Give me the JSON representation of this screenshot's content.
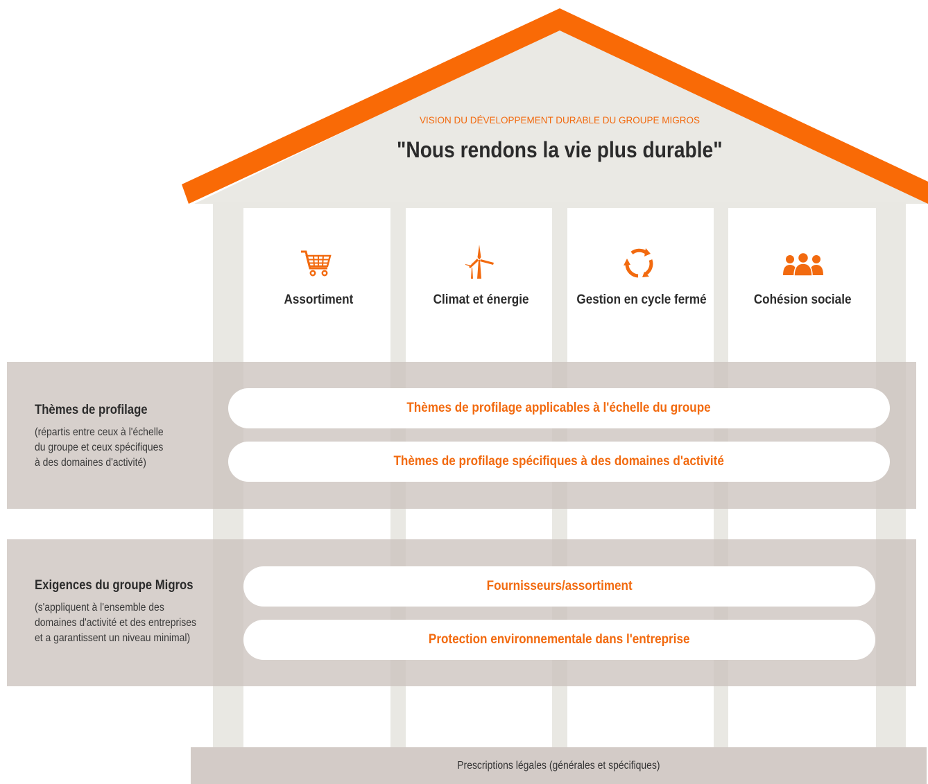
{
  "colors": {
    "accent": "#f26a0f",
    "roof_fill": "#eae9e4",
    "pillar": "#e9e8e3",
    "band": "#cdc4bf",
    "text_dark": "#2b2b2b"
  },
  "vision": {
    "label": "VISION DU DÉVELOPPEMENT DURABLE DU GROUPE MIGROS",
    "title": "\"Nous rendons la vie plus durable\""
  },
  "pillars": [
    {
      "label": "Assortiment",
      "icon": "shopping-cart-icon"
    },
    {
      "label": "Climat et énergie",
      "icon": "wind-turbine-icon"
    },
    {
      "label": "Gestion en cycle fermé",
      "icon": "recycle-cycle-icon"
    },
    {
      "label": "Cohésion sociale",
      "icon": "people-group-icon"
    }
  ],
  "profiling": {
    "title": "Thèmes de profilage",
    "description": "(répartis entre ceux à l'échelle\ndu groupe et ceux spécifiques\nà des domaines d'activité)",
    "items": [
      "Thèmes de profilage applicables à l'échelle du groupe",
      "Thèmes de profilage spécifiques à des domaines d'activité"
    ]
  },
  "requirements": {
    "title": "Exigences du groupe Migros",
    "description": "(s'appliquent à l'ensemble des\ndomaines d'activité et des entreprises\net a garantissent un niveau minimal)",
    "items": [
      "Fournisseurs/assortiment",
      "Protection environnementale dans l'entreprise"
    ]
  },
  "foundation": {
    "label": "Prescriptions légales (générales et spécifiques)"
  }
}
